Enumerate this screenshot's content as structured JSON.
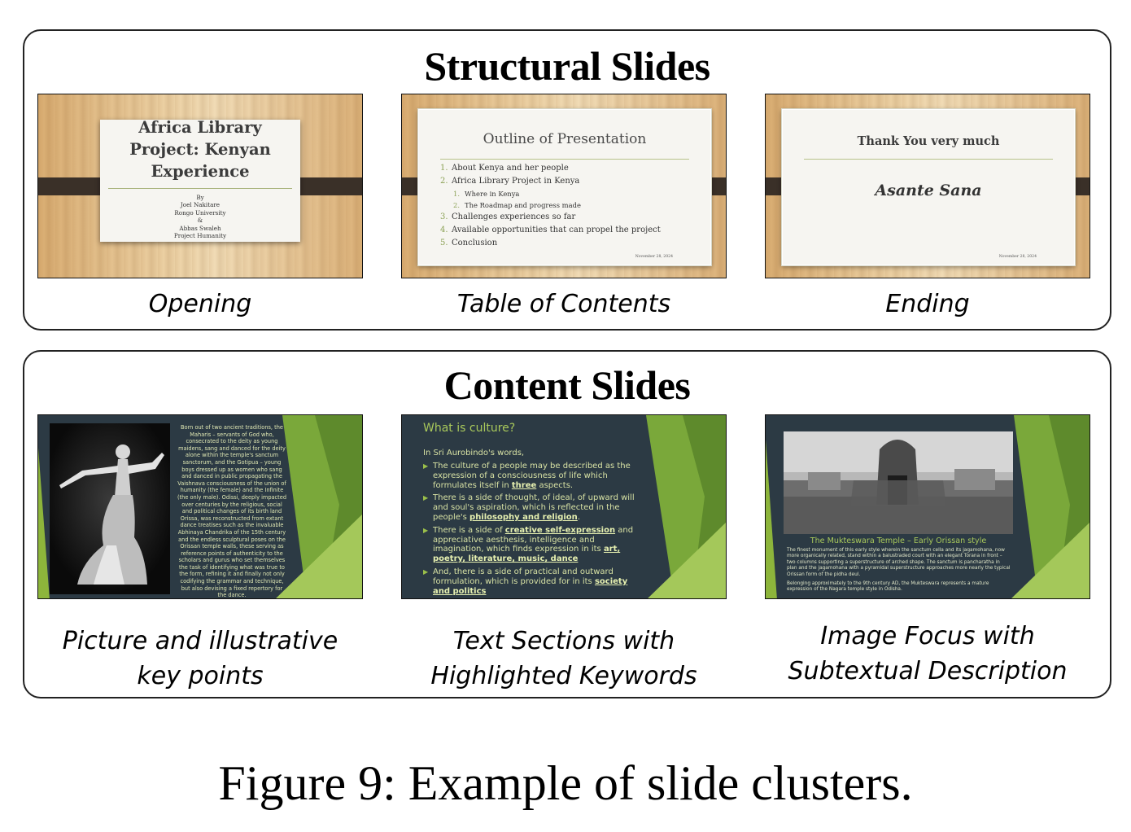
{
  "structural": {
    "title": "Structural Slides",
    "items": [
      {
        "caption": "Opening",
        "slide": {
          "title": "Africa Library Project: Kenyan Experience",
          "lines": [
            "By",
            "Joel Nakitare",
            "Rongo University",
            "&",
            "Abbas Swaleh",
            "Project Humanity"
          ]
        }
      },
      {
        "caption": "Table of Contents",
        "slide": {
          "title": "Outline of Presentation",
          "items": [
            {
              "num": "1.",
              "text": "About Kenya and her people",
              "sub": false
            },
            {
              "num": "2.",
              "text": "Africa Library Project in Kenya",
              "sub": false
            },
            {
              "num": "1.",
              "text": "Where in Kenya",
              "sub": true
            },
            {
              "num": "2.",
              "text": "The Roadmap and progress made",
              "sub": true
            },
            {
              "num": "3.",
              "text": "Challenges experiences so far",
              "sub": false
            },
            {
              "num": "4.",
              "text": "Available opportunities that can propel the project",
              "sub": false
            },
            {
              "num": "5.",
              "text": "Conclusion",
              "sub": false
            }
          ],
          "date": "November 28, 2024"
        }
      },
      {
        "caption": "Ending",
        "slide": {
          "title": "Thank You very much",
          "subtitle": "Asante Sana",
          "date": "November 28, 2024"
        }
      }
    ]
  },
  "content": {
    "title": "Content Slides",
    "items": [
      {
        "caption_lines": [
          "Picture and illustrative",
          "key points"
        ],
        "slide": {
          "image": "odissi-dancer-photo",
          "text": "Born out of two ancient traditions, the Maharis – servants of God who, consecrated to the deity as young maidens, sang and danced for the deity alone within the temple's sanctum sanctorum, and the Gotipua – young boys dressed up as women who sang and danced in public propagating the Vaishnava consciousness of the union of humanity (the female) and the Infinite (the only male). Odissi, deeply impacted over centuries by the religious, social and political changes of its birth land Orissa, was reconstructed from extant dance treatises such as the invaluable Abhinaya Chandrika of the 15th century and the endless sculptural poses on the Orissan temple walls, these serving as reference points of authenticity to the scholars and gurus who set themselves the task of identifying what was true to the form, refining it and finally not only codifying the grammar and technique, but also devising a fixed repertory for the dance."
        }
      },
      {
        "caption_lines": [
          "Text Sections with",
          "Highlighted Keywords"
        ],
        "slide": {
          "title": "What is culture?",
          "intro": "In Sri Aurobindo's words,",
          "bullets": [
            {
              "text": "The culture of a people may be described as the expression of a consciousness of life which formulates itself in ",
              "keyword": "three",
              "after": " aspects."
            },
            {
              "text": "There is a side of thought, of ideal, of upward will and soul's aspiration, which is reflected in the people's ",
              "keyword": "philosophy and religion",
              "after": "."
            },
            {
              "text": "There is a side of ",
              "keyword": "creative self-expression",
              "after": " and appreciative aesthesis, intelligence and imagination, which finds expression in its ",
              "keyword2": "art, poetry, literature, music, dance",
              "after2": ""
            },
            {
              "text": "And, there is a side of practical and outward formulation, which is provided for in its ",
              "keyword": "society and politics",
              "after": ""
            }
          ]
        }
      },
      {
        "caption_lines": [
          "Image Focus with",
          "Subtextual Description"
        ],
        "slide": {
          "image": "temple-photo",
          "title": "The Mukteswara Temple – Early Orissan style",
          "desc1": "The finest monument of this early style wherein the sanctum cella and its jagamohana, now more organically related, stand within a balustraded court with an elegant Torana in front – two columns supporting a superstructure of arched shape. The sanctum is pancharatha in plan and the jagamohana with a pyramidal superstructure approaches more nearly the typical Orissan form of the pidha deul.",
          "desc2": "Belonging approximately to the 9th century AD, the Mukteswara represents a mature expression of the Nagara temple style in Odisha."
        }
      }
    ]
  },
  "figure_caption": "Figure 9: Example of slide clusters."
}
